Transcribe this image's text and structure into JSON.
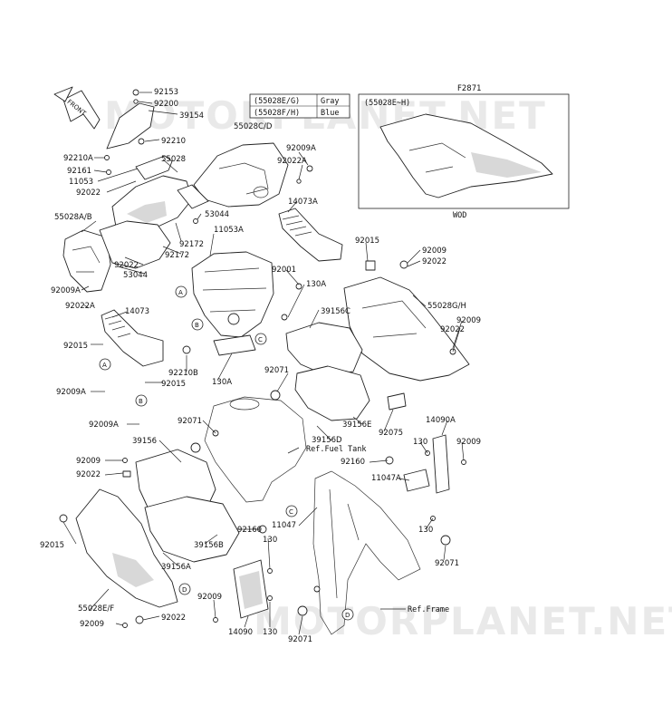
{
  "figure_code": "F2871",
  "watermark": "MOTORPLANET.NET",
  "front_arrow": "FRONT",
  "color_table": [
    {
      "code": "(55028E/G)",
      "color": "Gray"
    },
    {
      "code": "(55028F/H)",
      "color": "Blue"
    }
  ],
  "inset": {
    "code": "(55028E~H)",
    "caption": "WOD"
  },
  "references": {
    "fuel_tank": "Ref.Fuel Tank",
    "frame": "Ref.Frame"
  },
  "callouts": {
    "a": "A",
    "b": "B",
    "c": "C",
    "d": "D"
  },
  "parts": {
    "p92153": "92153",
    "p92200": "92200",
    "p39154": "39154",
    "p55028CD": "55028C/D",
    "p92210": "92210",
    "p92210A": "92210A",
    "p92161": "92161",
    "p11053": "11053",
    "p92022_a": "92022",
    "p55028": "55028",
    "p92009A_top": "92009A",
    "p92022A_top": "92022A",
    "p14073A": "14073A",
    "p53044_a": "53044",
    "p55028AB": "55028A/B",
    "p92172_a": "92172",
    "p92172_b": "92172",
    "p11053A": "11053A",
    "p92022_b": "92022",
    "p53044_b": "53044",
    "p92015_a": "92015",
    "p92009_a": "92009",
    "p92022_c": "92022",
    "p92009A_left": "92009A",
    "p92022A_left": "92022A",
    "p14073": "14073",
    "p92015_b": "92015",
    "p92001": "92001",
    "p130A_a": "130A",
    "p39156C": "39156C",
    "p55028GH": "55028G/H",
    "p92009_b": "92009",
    "p92022_d": "92022",
    "p92210B": "92210B",
    "p92015_c": "92015",
    "p130A_b": "130A",
    "p92009A_lower": "92009A",
    "p92071_a": "92071",
    "p39156E": "39156E",
    "p92075": "92075",
    "p92009A_b": "92009A",
    "p92071_b": "92071",
    "p39156D": "39156D",
    "p14090A": "14090A",
    "p39156": "39156",
    "p92009_c": "92009",
    "p92022_e": "92022",
    "p130_a": "130",
    "p92009_d": "92009",
    "p92160_a": "92160",
    "p11047A": "11047A",
    "p11047": "11047",
    "p92015_d": "92015",
    "p92160_b": "92160",
    "p130_b": "130",
    "p130_c": "130",
    "p39156B": "39156B",
    "p39156A": "39156A",
    "p92071_c": "92071",
    "p92009_e": "92009",
    "p55028EF": "55028E/F",
    "p92022_f": "92022",
    "p92009_f": "92009",
    "p14090": "14090",
    "p130_d": "130",
    "p92071_d": "92071"
  }
}
